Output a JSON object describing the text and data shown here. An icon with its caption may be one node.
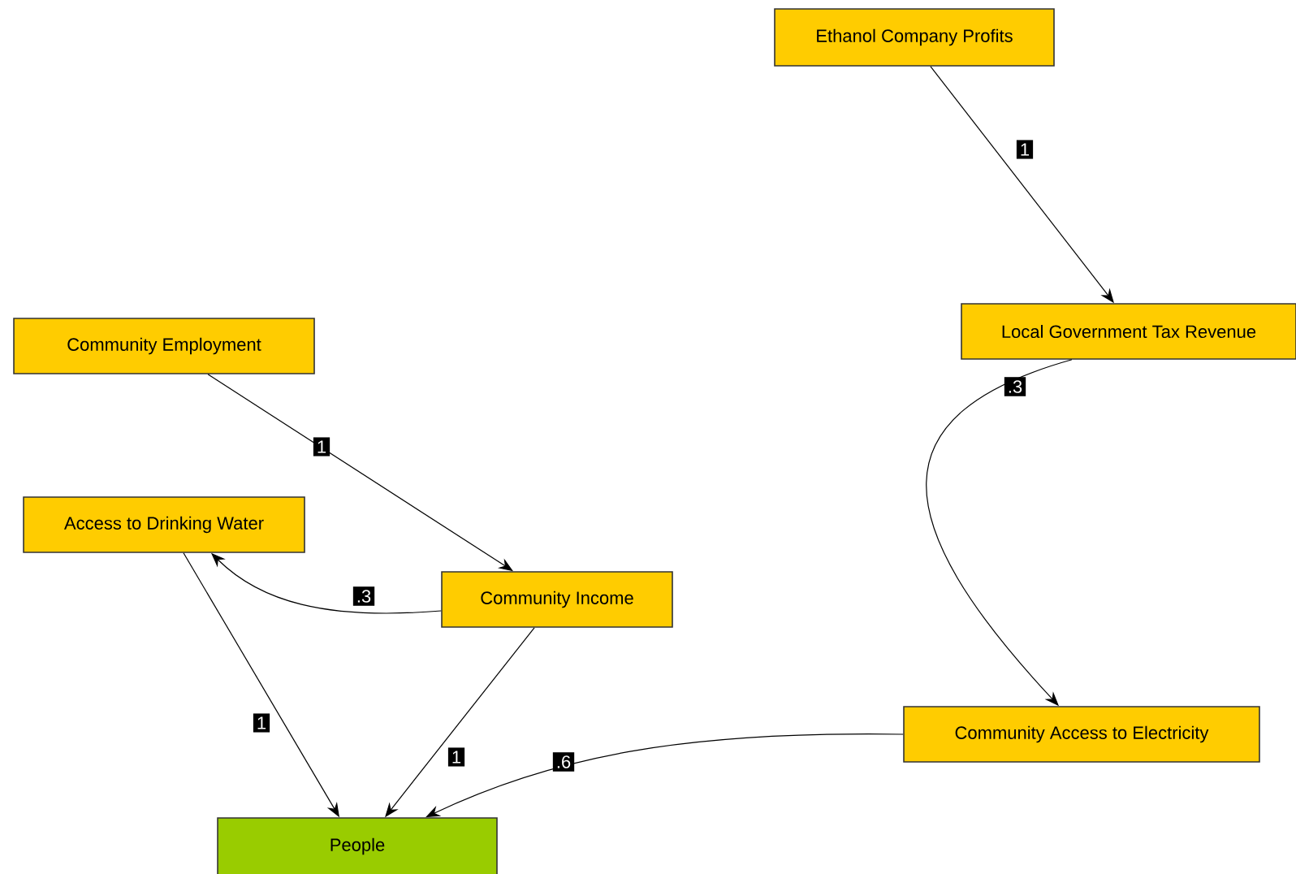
{
  "diagram": {
    "nodes": [
      {
        "text": [
          "Ethanol Company Profits"
        ]
      },
      {
        "text": [
          "Local Government Tax Revenue"
        ]
      },
      {
        "text": [
          "Community Employment"
        ]
      },
      {
        "text": [
          "Access to Drinking Water"
        ]
      },
      {
        "text": [
          "Community Income"
        ]
      },
      {
        "text": [
          "Community Access to Electricity"
        ]
      },
      {
        "text": [
          "People"
        ]
      }
    ],
    "edges": [
      {
        "from": 0,
        "to": 1,
        "arrow": "to",
        "label": "1"
      },
      {
        "from": 2,
        "to": 4,
        "arrow": "to",
        "label": "1"
      },
      {
        "from": 4,
        "to": 3,
        "arrow": "to",
        "label": ".3"
      },
      {
        "from": 1,
        "to": 5,
        "arrow": "to",
        "label": ".3"
      },
      {
        "from": 3,
        "to": 6,
        "arrow": "to",
        "label": "1"
      },
      {
        "from": 4,
        "to": 6,
        "arrow": "to",
        "label": "1"
      },
      {
        "from": 5,
        "to": 6,
        "arrow": "to",
        "label": ".6"
      }
    ]
  }
}
